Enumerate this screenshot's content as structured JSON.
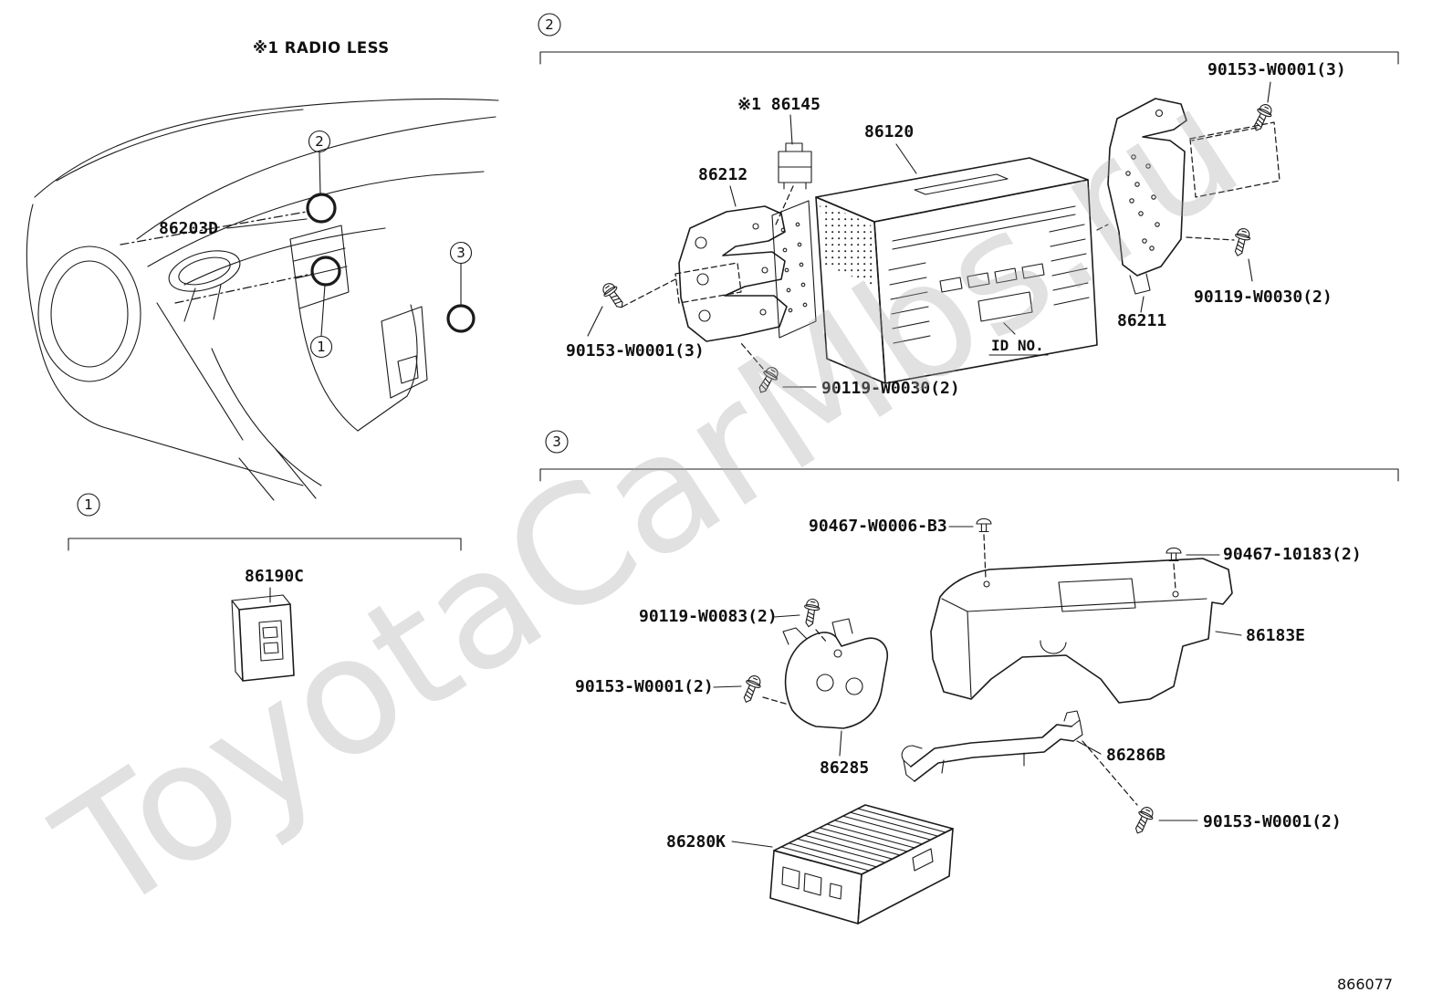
{
  "page": {
    "note_radio_less": "※1 RADIO LESS",
    "watermark": "ToyotaCarMbs.ru",
    "drawing_number": "866077"
  },
  "overview": {
    "part_86203d": "86203D",
    "callouts": {
      "c1": "1",
      "c2": "2",
      "c3": "3"
    }
  },
  "section1": {
    "marker": "1",
    "part_86190c": "86190C"
  },
  "section2": {
    "marker": "2",
    "part_86145": "※1 86145",
    "part_86120": "86120",
    "part_86212": "86212",
    "part_86211": "86211",
    "screw_top_right": "90153-W0001(3)",
    "screw_left": "90153-W0001(3)",
    "screw_right": "90119-W0030(2)",
    "screw_bottom": "90119-W0030(2)",
    "id_no_label": "ID NO."
  },
  "section3": {
    "marker": "3",
    "clip_top": "90467-W0006-B3",
    "clip_right": "90467-10183(2)",
    "part_86183e": "86183E",
    "screw_w0083": "90119-W0083(2)",
    "screw_w0001_left": "90153-W0001(2)",
    "part_86285": "86285",
    "part_86286b": "86286B",
    "part_86280k": "86280K",
    "screw_w0001_right": "90153-W0001(2)"
  }
}
